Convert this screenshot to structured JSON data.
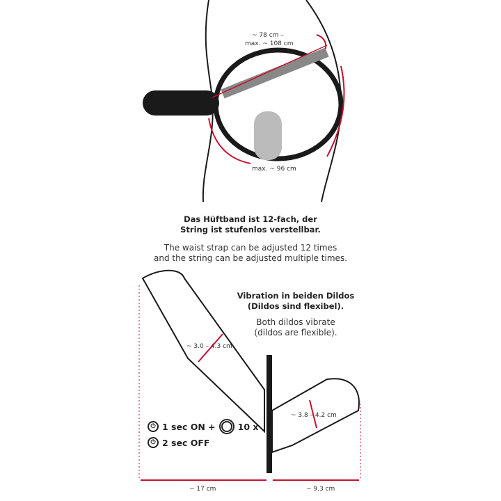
{
  "top_section": {
    "waist_label_line1": "~ 78 cm –",
    "waist_label_line2": "max. ~ 108 cm",
    "string_label": "max. ~ 96 cm",
    "caption_de_line1": "Das Hüftband ist 12-fach, der",
    "caption_de_line2": "String ist stufenlos verstellbar.",
    "caption_en_line1": "The waist strap can be adjusted 12 times",
    "caption_en_line2": "and the string can be adjusted multiple times."
  },
  "bottom_section": {
    "vibration_de_line1": "Vibration in beiden Dildos",
    "vibration_de_line2": "(Dildos sind flexibel).",
    "vibration_en_line1": "Both dildos vibrate",
    "vibration_en_line2": "(dildos are flexible).",
    "outer_diameter": "~ 3.0 – 4.3 cm",
    "inner_diameter": "~ 3.8 – 4.2 cm",
    "outer_length": "~ 17 cm",
    "inner_length": "~ 9.3 cm",
    "control_on": "1 sec ON +",
    "control_multiplier": "10 x",
    "control_off": "2 sec OFF"
  },
  "colors": {
    "accent": "#c8102e",
    "line": "#1a1a1a",
    "grey": "#9a9a9a"
  }
}
